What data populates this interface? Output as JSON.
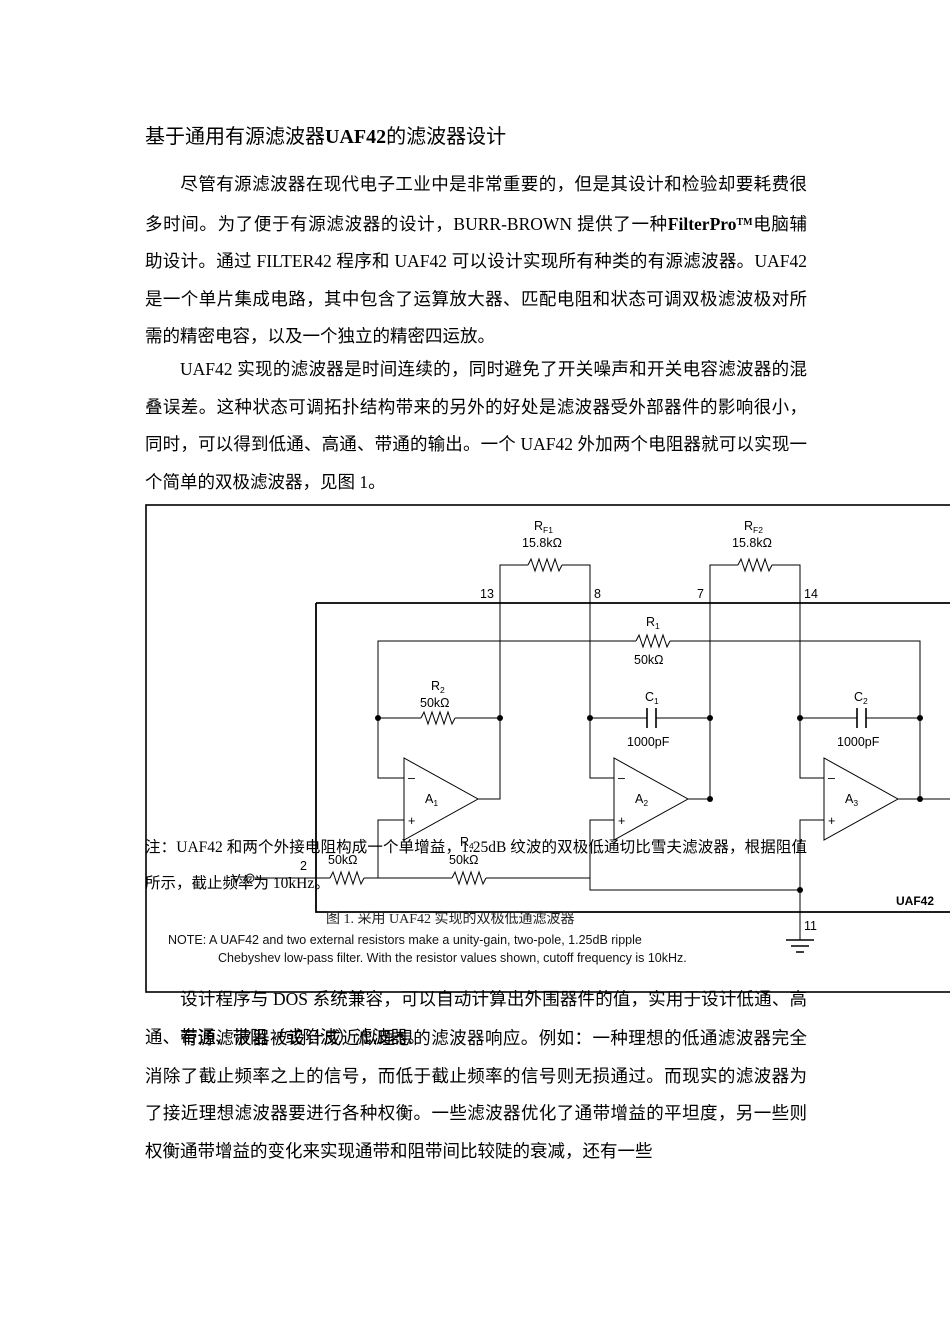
{
  "title": {
    "prefix": "基于通用有源滤波器",
    "bold": "UAF42",
    "suffix": "的滤波器设计"
  },
  "paragraphs": {
    "p1": {
      "a": "尽管有源滤波器在现代电子工业中是非常重要的，但是其设计和检验却要耗费很多时间。为了便于有源滤波器的设计，BURR-BROWN 提供了一种",
      "bold": "FilterPro",
      "tm": "TM",
      "b": "电脑辅助设计。通过 FILTER42 程序和 UAF42 可以设计实现所有种类的有源滤波器。UAF42 是一个单片集成电路，其中包含了运算放大器、匹配电阻和状态可调双极滤波极对所需的精密电容，以及一个独立的精密四运放。"
    },
    "p2": "UAF42 实现的滤波器是时间连续的，同时避免了开关噪声和开关电容滤波器的混叠误差。这种状态可调拓扑结构带来的另外的好处是滤波器受外部器件的影响很小，同时，可以得到低通、高通、带通的输出。一个 UAF42 外加两个电阻器就可以实现一个简单的双极滤波器，见图 1。",
    "p3": "设计程序与 DOS 系统兼容，可以自动计算出外围器件的值，实用于设计低通、高通、带通、带阻（或陷波）滤波器。",
    "p4": "有源滤波器被设计成近似理想的滤波器响应。例如：一种理想的低通滤波器完全消除了截止频率之上的信号，而低于截止频率的信号则无损通过。而现实的滤波器为了接近理想滤波器要进行各种权衡。一些滤波器优化了通带增益的平坦度，另一些则权衡通带增益的变化来实现通带和阻带间比较陡的衰减，还有一些"
  },
  "figure": {
    "labels": {
      "rf1_name": "R",
      "rf1_sub": "F1",
      "rf1_val": "15.8kΩ",
      "rf2_name": "R",
      "rf2_sub": "F2",
      "rf2_val": "15.8kΩ",
      "r1_name": "R",
      "r1_sub": "1",
      "r1_val": "50kΩ",
      "r2_name": "R",
      "r2_sub": "2",
      "r2_val": "50kΩ",
      "c1_name": "C",
      "c1_sub": "1",
      "c1_val": "1000pF",
      "c2_name": "C",
      "c2_sub": "2",
      "c2_val": "1000pF",
      "r3_val": "50kΩ",
      "r4_name": "R",
      "r4_sub": "4",
      "r4_val": "50kΩ",
      "a1_name": "A",
      "a1_sub": "1",
      "a2_name": "A",
      "a2_sub": "2",
      "a3_name": "A",
      "a3_sub": "3",
      "pin13": "13",
      "pin8": "8",
      "pin7": "7",
      "pin14": "14",
      "pin2": "2",
      "pin11": "11",
      "minus": "–",
      "plus": "+",
      "vin": "V",
      "chip": "UAF42"
    },
    "note_cn": "注：UAF42 和两个外接电阻构成一个单增益，1.25dB 纹波的双极低通切比雪夫滤波器，根据阻值所示，截止频率为 10kHz。",
    "caption": "图 1. 采用 UAF42 实现的双极低通滤波器",
    "note_en_1": "NOTE: A UAF42 and two external resistors make a unity-gain, two-pole, 1.25dB ripple",
    "note_en_2": "Chebyshev low-pass filter. With the resistor values shown, cutoff frequency is 10kHz."
  }
}
